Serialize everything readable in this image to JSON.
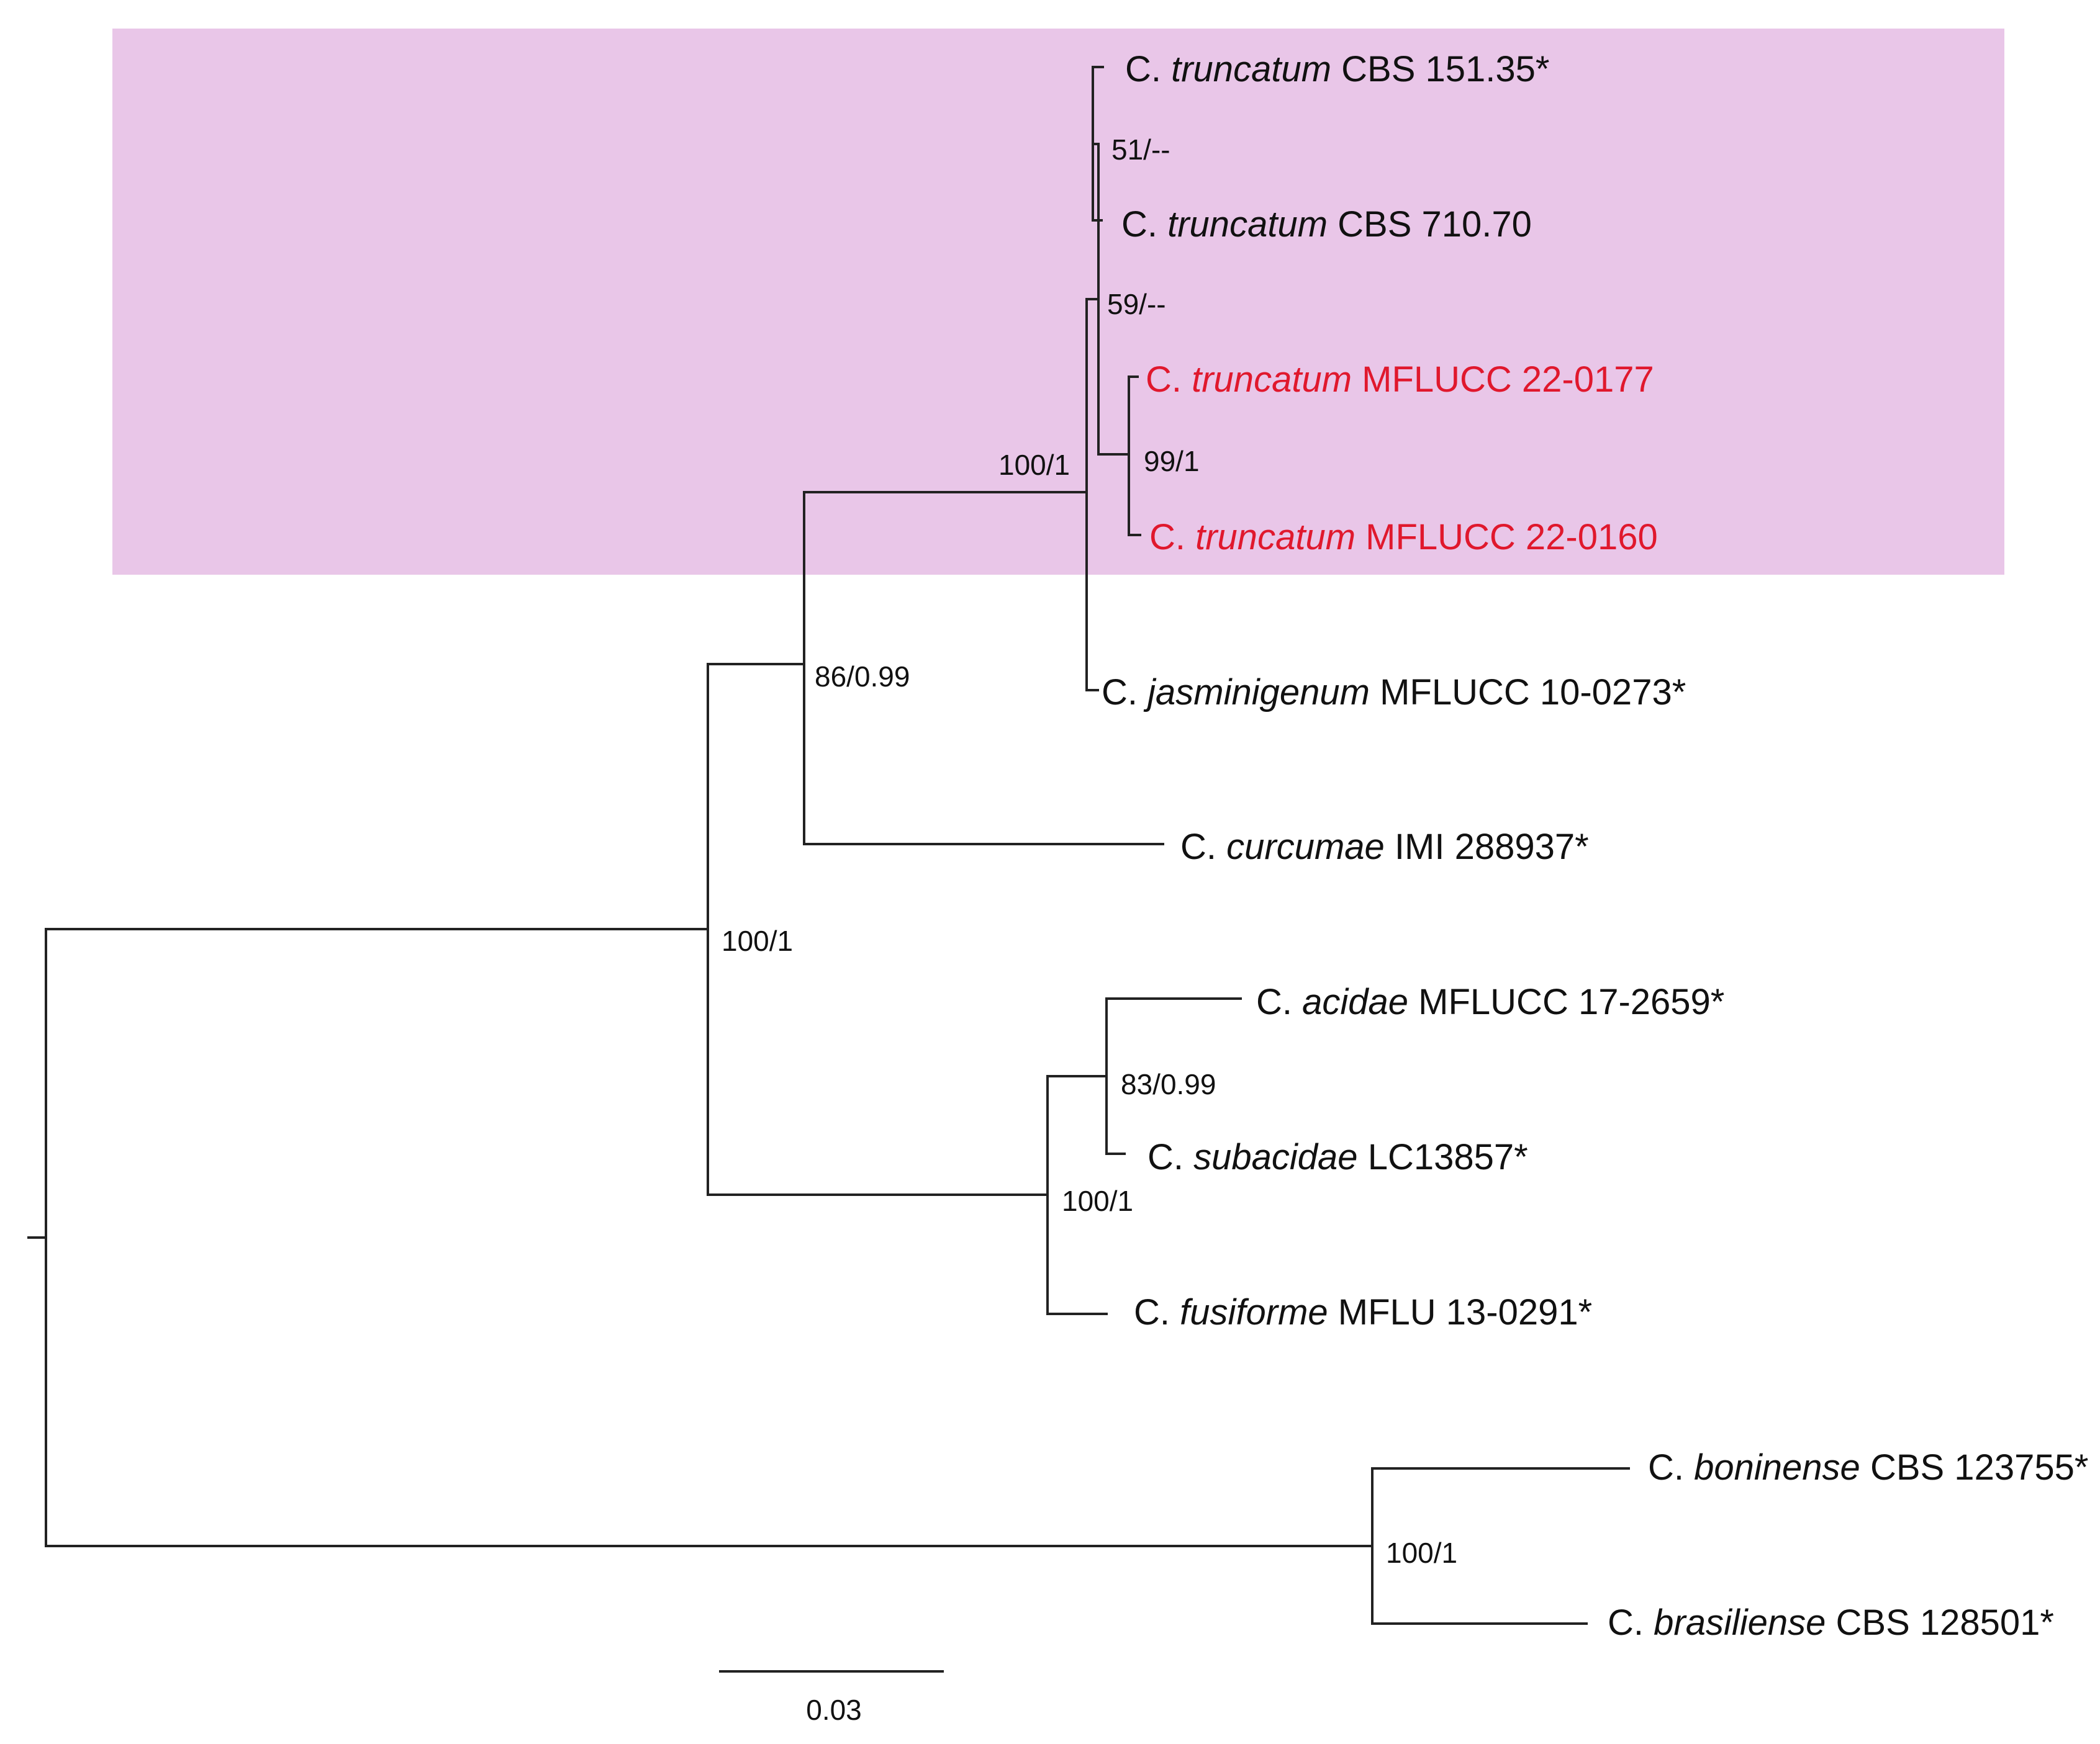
{
  "colors": {
    "clade_highlight": "#e9c6e8",
    "new_isolate_label": "#e0182d",
    "branch": "#222222"
  },
  "taxa": [
    {
      "genus": "C.",
      "species": "truncatum",
      "strain": "CBS 151.35*",
      "highlight": false
    },
    {
      "genus": "C.",
      "species": "truncatum",
      "strain": "CBS 710.70",
      "highlight": false
    },
    {
      "genus": "C.",
      "species": "truncatum",
      "strain": "MFLUCC 22-0177",
      "highlight": true
    },
    {
      "genus": "C.",
      "species": "truncatum",
      "strain": "MFLUCC 22-0160",
      "highlight": true
    },
    {
      "genus": "C.",
      "species": "jasminigenum",
      "strain": "MFLUCC 10-0273*",
      "highlight": false
    },
    {
      "genus": "C.",
      "species": "curcumae",
      "strain": "IMI 288937*",
      "highlight": false
    },
    {
      "genus": "C.",
      "species": "acidae",
      "strain": "MFLUCC 17-2659*",
      "highlight": false
    },
    {
      "genus": "C.",
      "species": "subacidae",
      "strain": "LC13857*",
      "highlight": false
    },
    {
      "genus": "C.",
      "species": "fusiforme",
      "strain": "MFLU 13-0291*",
      "highlight": false
    },
    {
      "genus": "C.",
      "species": "boninense",
      "strain": "CBS 123755*",
      "highlight": false
    },
    {
      "genus": "C.",
      "species": "brasiliense",
      "strain": "CBS 128501*",
      "highlight": false
    }
  ],
  "support_values": [
    {
      "id": "truncatum-cbs",
      "label": "51/--"
    },
    {
      "id": "truncatum-subclade",
      "label": "59/--"
    },
    {
      "id": "mflucc-pair",
      "label": "99/1"
    },
    {
      "id": "truncatum-clade",
      "label": "100/1"
    },
    {
      "id": "truncatum-curcumae",
      "label": "86/0.99"
    },
    {
      "id": "ingroup",
      "label": "100/1"
    },
    {
      "id": "acidae-subacidae",
      "label": "83/0.99"
    },
    {
      "id": "acidae-fusiforme",
      "label": "100/1"
    },
    {
      "id": "boninense-brasiliense",
      "label": "100/1"
    }
  ],
  "scale_bar": {
    "value": 0.03,
    "label": "0.03"
  }
}
